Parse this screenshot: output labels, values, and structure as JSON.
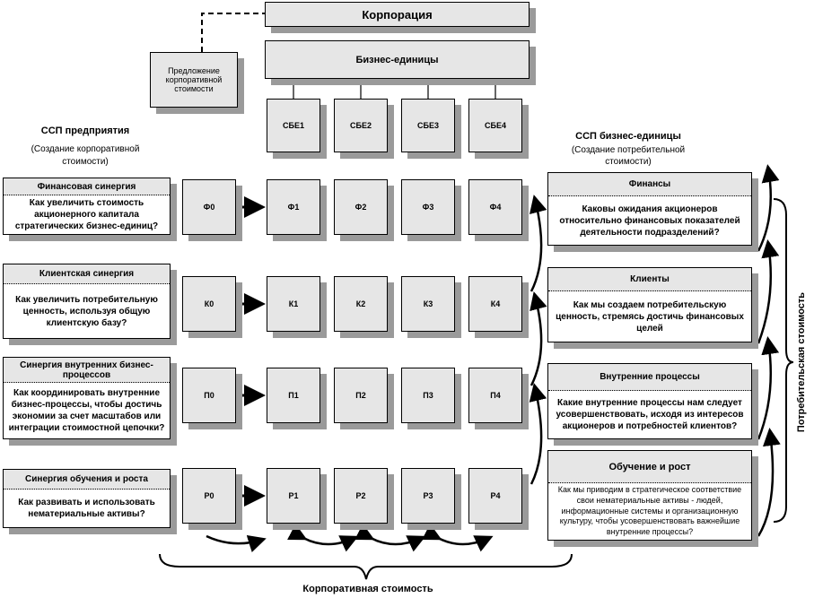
{
  "top": {
    "corporation": "Корпорация",
    "business_units": "Бизнес-единицы",
    "proposal": "Предложение корпоративной стоимости"
  },
  "sbe": [
    "СБЕ1",
    "СБЕ2",
    "СБЕ3",
    "СБЕ4"
  ],
  "left_header": {
    "title": "ССП предприятия",
    "subtitle": "(Создание корпоративной стоимости)"
  },
  "right_header": {
    "title": "ССП бизнес-единицы",
    "subtitle": "(Создание потребительной стоимости)"
  },
  "left_panels": [
    {
      "title": "Финансовая синергия",
      "question": "Как увеличить стоимость акционерного капитала стратегических бизнес-единиц?"
    },
    {
      "title": "Клиентская синергия",
      "question": "Как увеличить потребительную ценность, используя общую клиентскую базу?"
    },
    {
      "title": "Синергия внутренних бизнес-процессов",
      "question": "Как координировать внутренние бизнес-процессы, чтобы достичь экономии за счет масштабов или интеграции стоимостной цепочки?"
    },
    {
      "title": "Синергия обучения и роста",
      "question": "Как развивать и использовать нематериальные активы?"
    }
  ],
  "grid": [
    [
      "Ф0",
      "Ф1",
      "Ф2",
      "Ф3",
      "Ф4"
    ],
    [
      "К0",
      "К1",
      "К2",
      "К3",
      "К4"
    ],
    [
      "П0",
      "П1",
      "П2",
      "П3",
      "П4"
    ],
    [
      "Р0",
      "Р1",
      "Р2",
      "Р3",
      "Р4"
    ]
  ],
  "right_panels": [
    {
      "title": "Финансы",
      "question": "Каковы ожидания акционеров относительно финансовых показателей деятельности подразделений?"
    },
    {
      "title": "Клиенты",
      "question": "Как мы создаем потребительскую ценность, стремясь достичь финансовых целей"
    },
    {
      "title": "Внутренние процессы",
      "question": "Какие внутренние процессы нам следует усовершенствовать, исходя из интересов акционеров и потребностей клиентов?"
    },
    {
      "title": "Обучение и рост",
      "question": "Как мы приводим в стратегическое соответствие свои нематериальные активы - людей, информационные системы и организационную культуру, чтобы усовершенствовать важнейшие внутренние процессы?"
    }
  ],
  "labels": {
    "consumer_value": "Потребительская стоимость",
    "corporate_value": "Корпоративная стоимость"
  }
}
